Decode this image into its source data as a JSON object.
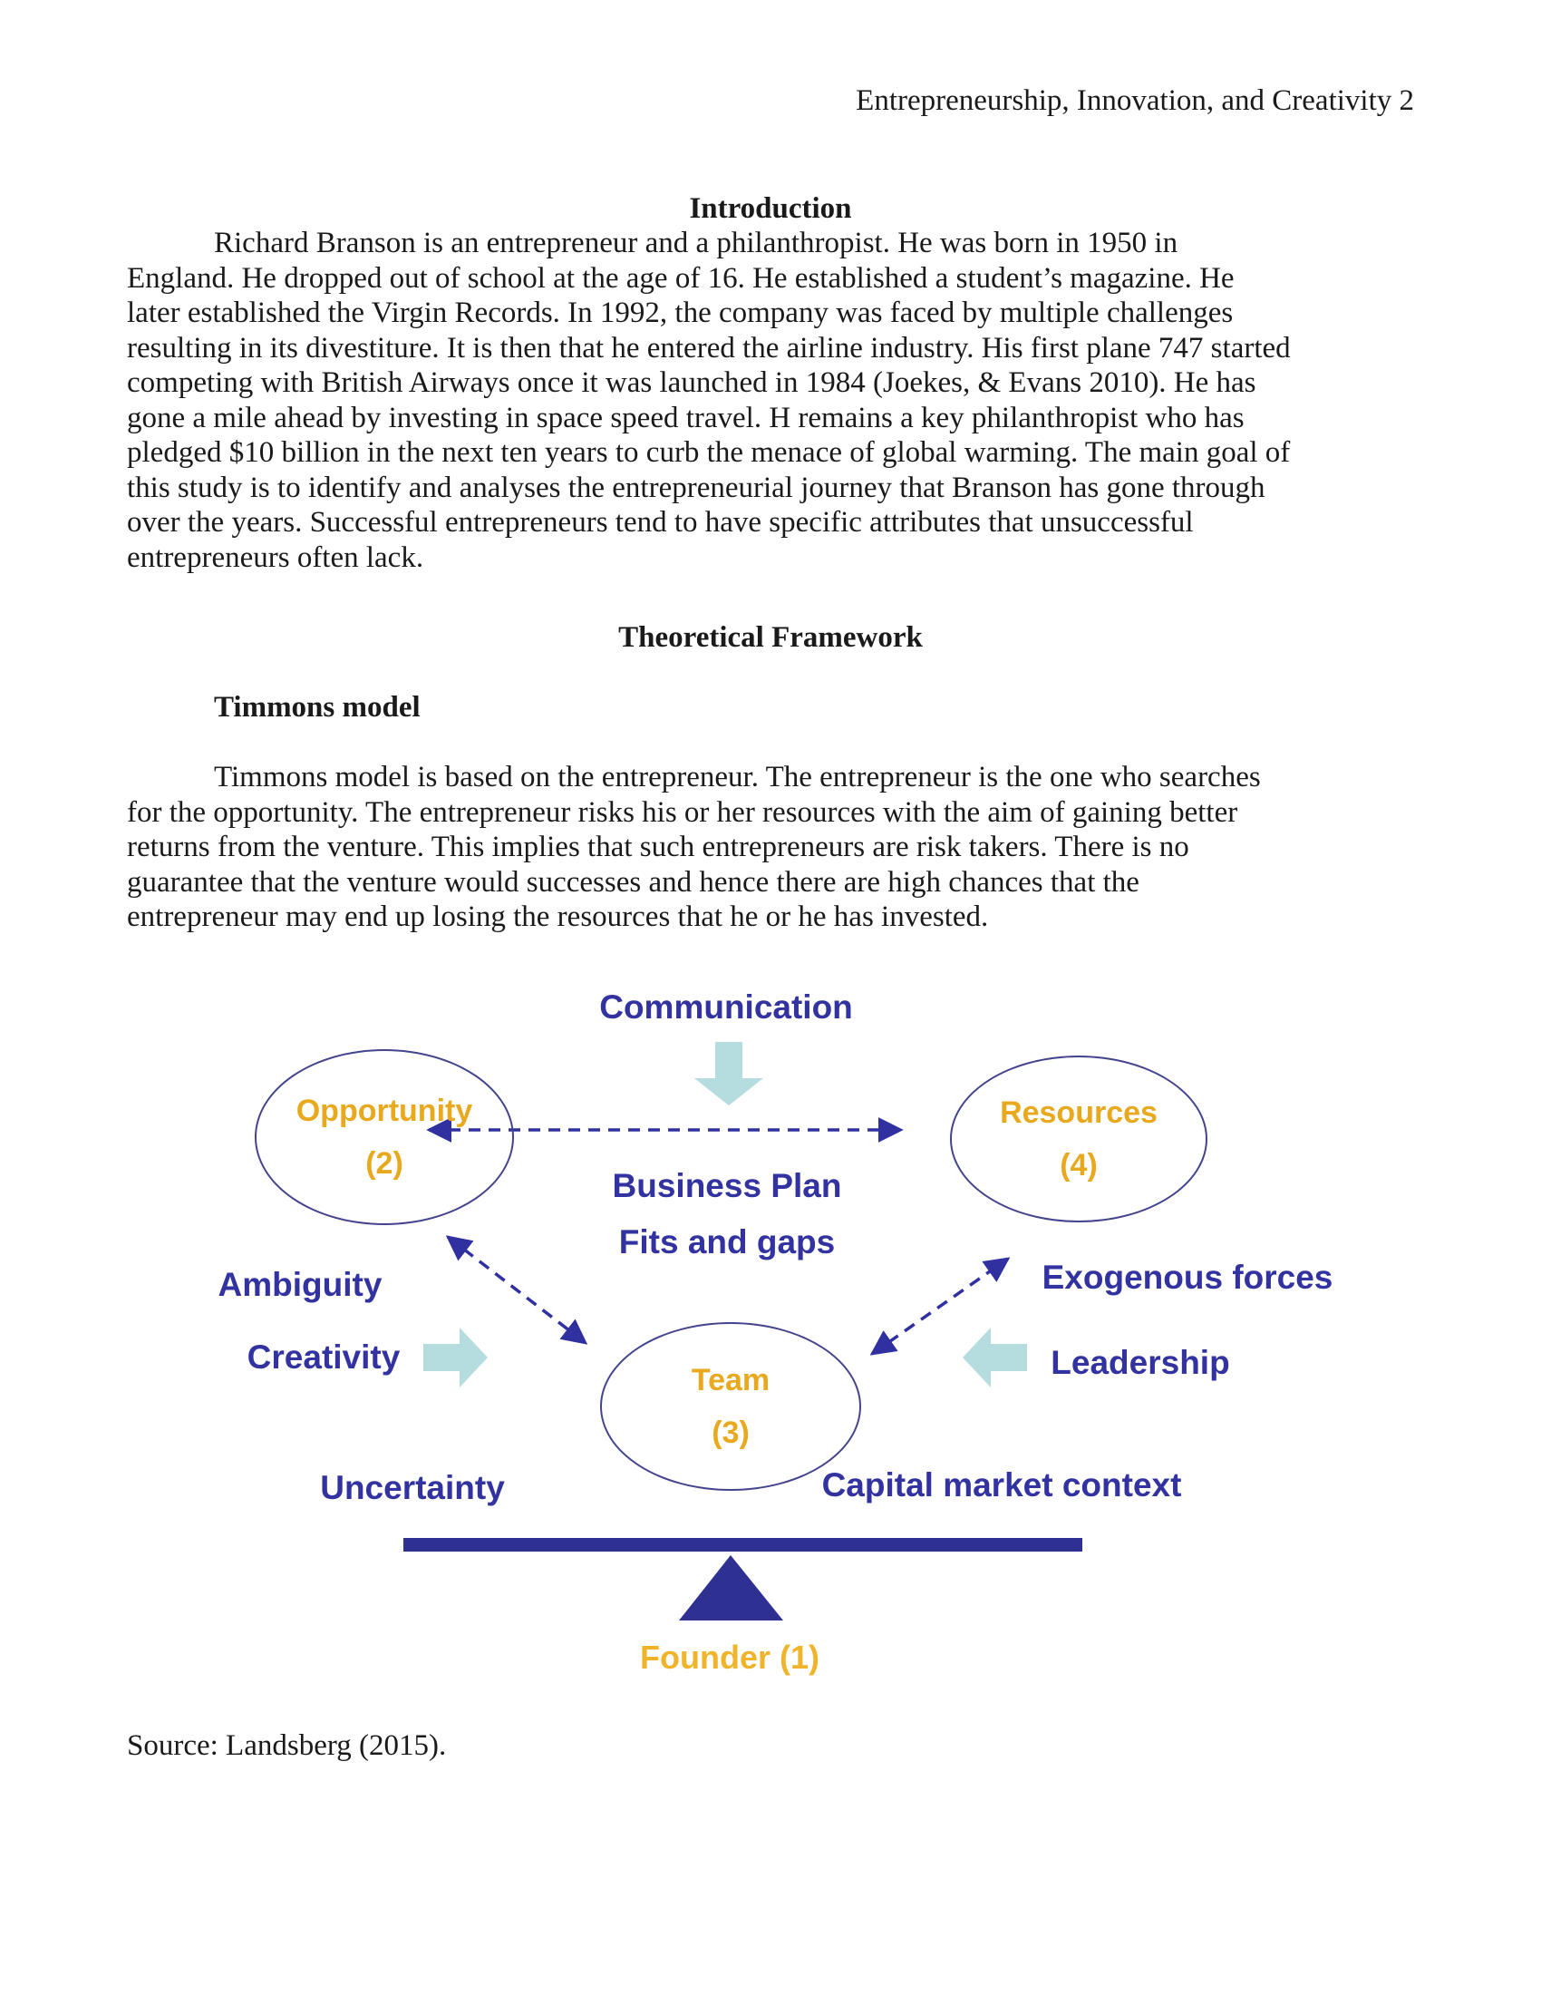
{
  "page": {
    "running_head": "Entrepreneurship, Innovation, and Creativity 2"
  },
  "sections": {
    "introduction": {
      "heading": "Introduction",
      "lines": [
        "Richard Branson is an entrepreneur and a philanthropist. He was born in 1950 in",
        "England.  He dropped out of school at the age of 16. He established a student’s magazine. He",
        "later established the Virgin Records. In 1992, the company was faced by multiple challenges",
        "resulting in its divestiture. It is then that he entered the airline industry. His first plane 747 started",
        "competing with British Airways once it was launched in 1984 (Joekes, & Evans 2010). He has",
        "gone a mile ahead by investing in space speed travel. H remains a key philanthropist who has",
        "pledged $10 billion in the next ten years to curb the menace of global warming. The main goal of",
        "this study is to identify and analyses the entrepreneurial journey that Branson has gone through",
        "over the years. Successful entrepreneurs tend to have specific attributes that unsuccessful",
        "entrepreneurs often lack."
      ]
    },
    "theoretical_framework": {
      "heading": "Theoretical Framework",
      "subheading": "Timmons model",
      "lines": [
        "Timmons model is based on the entrepreneur. The entrepreneur is the one who searches",
        "for the opportunity. The entrepreneur risks his or her resources with the aim of gaining better",
        "returns from the venture. This implies that such entrepreneurs are risk takers. There is no",
        "guarantee that the venture would successes and hence there are high chances that the",
        "entrepreneur may end up losing the resources that he or he has invested."
      ]
    }
  },
  "figure": {
    "labels": {
      "communication": "Communication",
      "business_plan": "Business Plan",
      "fits_and_gaps": "Fits and gaps",
      "ambiguity": "Ambiguity",
      "creativity": "Creativity",
      "uncertainty": "Uncertainty",
      "exogenous_forces": "Exogenous forces",
      "leadership": "Leadership",
      "capital_market_context": "Capital market context",
      "founder": "Founder (1)"
    },
    "nodes": {
      "opportunity": {
        "title": "Opportunity",
        "number": "(2)"
      },
      "resources": {
        "title": "Resources",
        "number": "(4)"
      },
      "team": {
        "title": "Team",
        "number": "(3)"
      }
    }
  },
  "source_line": "Source: Landsberg (2015).",
  "colors": {
    "diagram-blue": "#3232a0",
    "dash-blue": "#3030a0",
    "beam-blue": "#2e3192",
    "gold": "#e9a91e",
    "gold-bright": "#f0b42a",
    "teal": "#b5dcdf",
    "ellipse-border": "#44448e",
    "ink": "#1a1a1a"
  }
}
